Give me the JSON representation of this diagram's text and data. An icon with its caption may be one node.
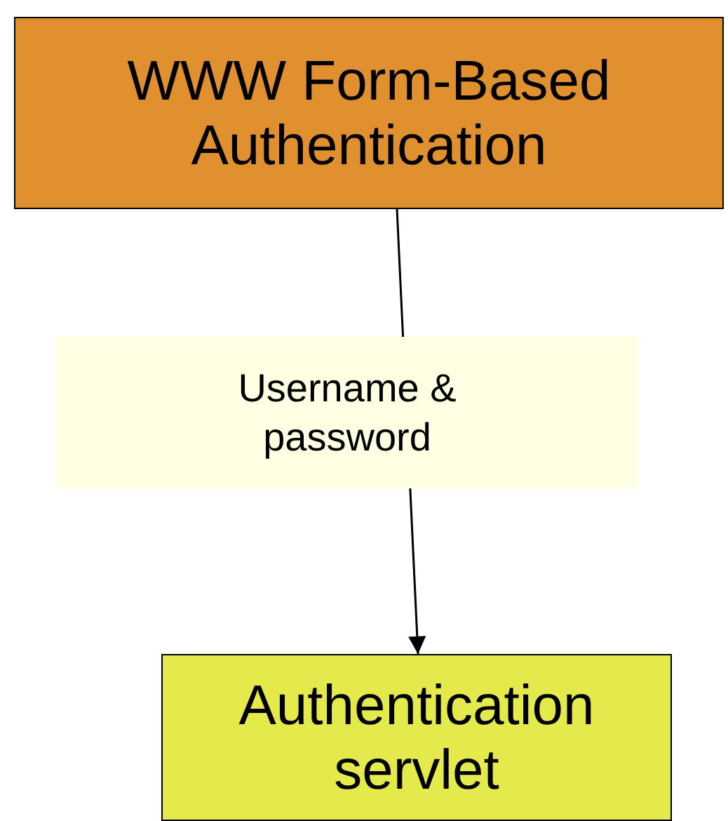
{
  "diagram": {
    "nodes": [
      {
        "text": [
          "WWW Form-Based Authentication"
        ]
      },
      {
        "text": [
          "Authentication servlet"
        ]
      }
    ],
    "edges": [
      {
        "from": 0,
        "to": 1,
        "arrow": "to",
        "label": "Username & password"
      }
    ]
  }
}
